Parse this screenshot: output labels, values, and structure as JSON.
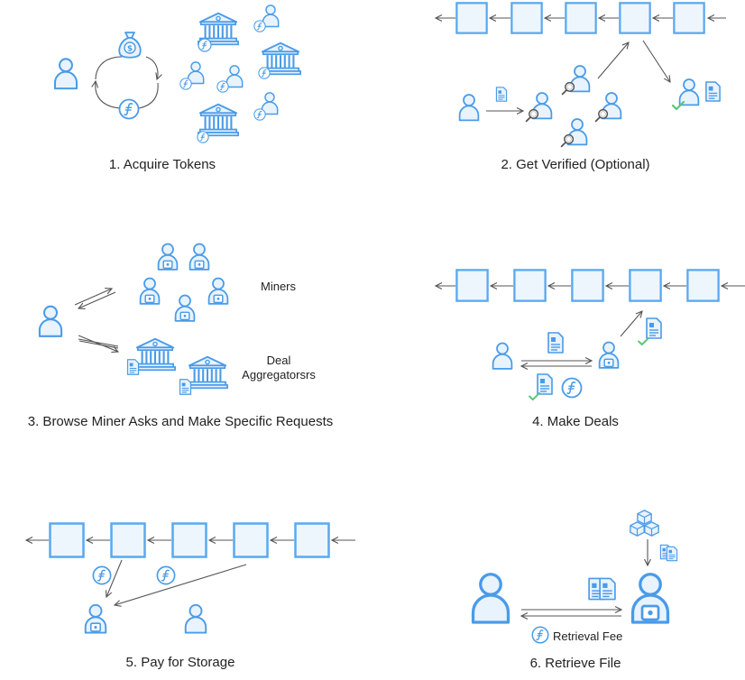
{
  "captions": {
    "step1": "1. Acquire Tokens",
    "step2": "2. Get Verified (Optional)",
    "step3": "3. Browse Miner Asks and Make Specific Requests",
    "step4": "4. Make Deals",
    "step5": "5. Pay for Storage",
    "step6": "6. Retrieve File"
  },
  "labels": {
    "miners": "Miners",
    "deal_line1": "Deal",
    "deal_line2": "Aggregatorsrs",
    "retrieval_fee": "Retrieval Fee"
  },
  "colors": {
    "accent": "#4a9be8",
    "accent_fill": "#e8f3fd",
    "block_border": "#5aa8ef",
    "block_fill": "#eef6fd",
    "arrow": "#555555",
    "check": "#58c77a"
  },
  "icons": [
    "person-icon",
    "bank-icon",
    "money-bag-icon",
    "filecoin-coin-icon",
    "document-icon",
    "magnifier-icon",
    "miner-icon",
    "check-icon",
    "cube-stack-icon",
    "blockchain-block"
  ]
}
